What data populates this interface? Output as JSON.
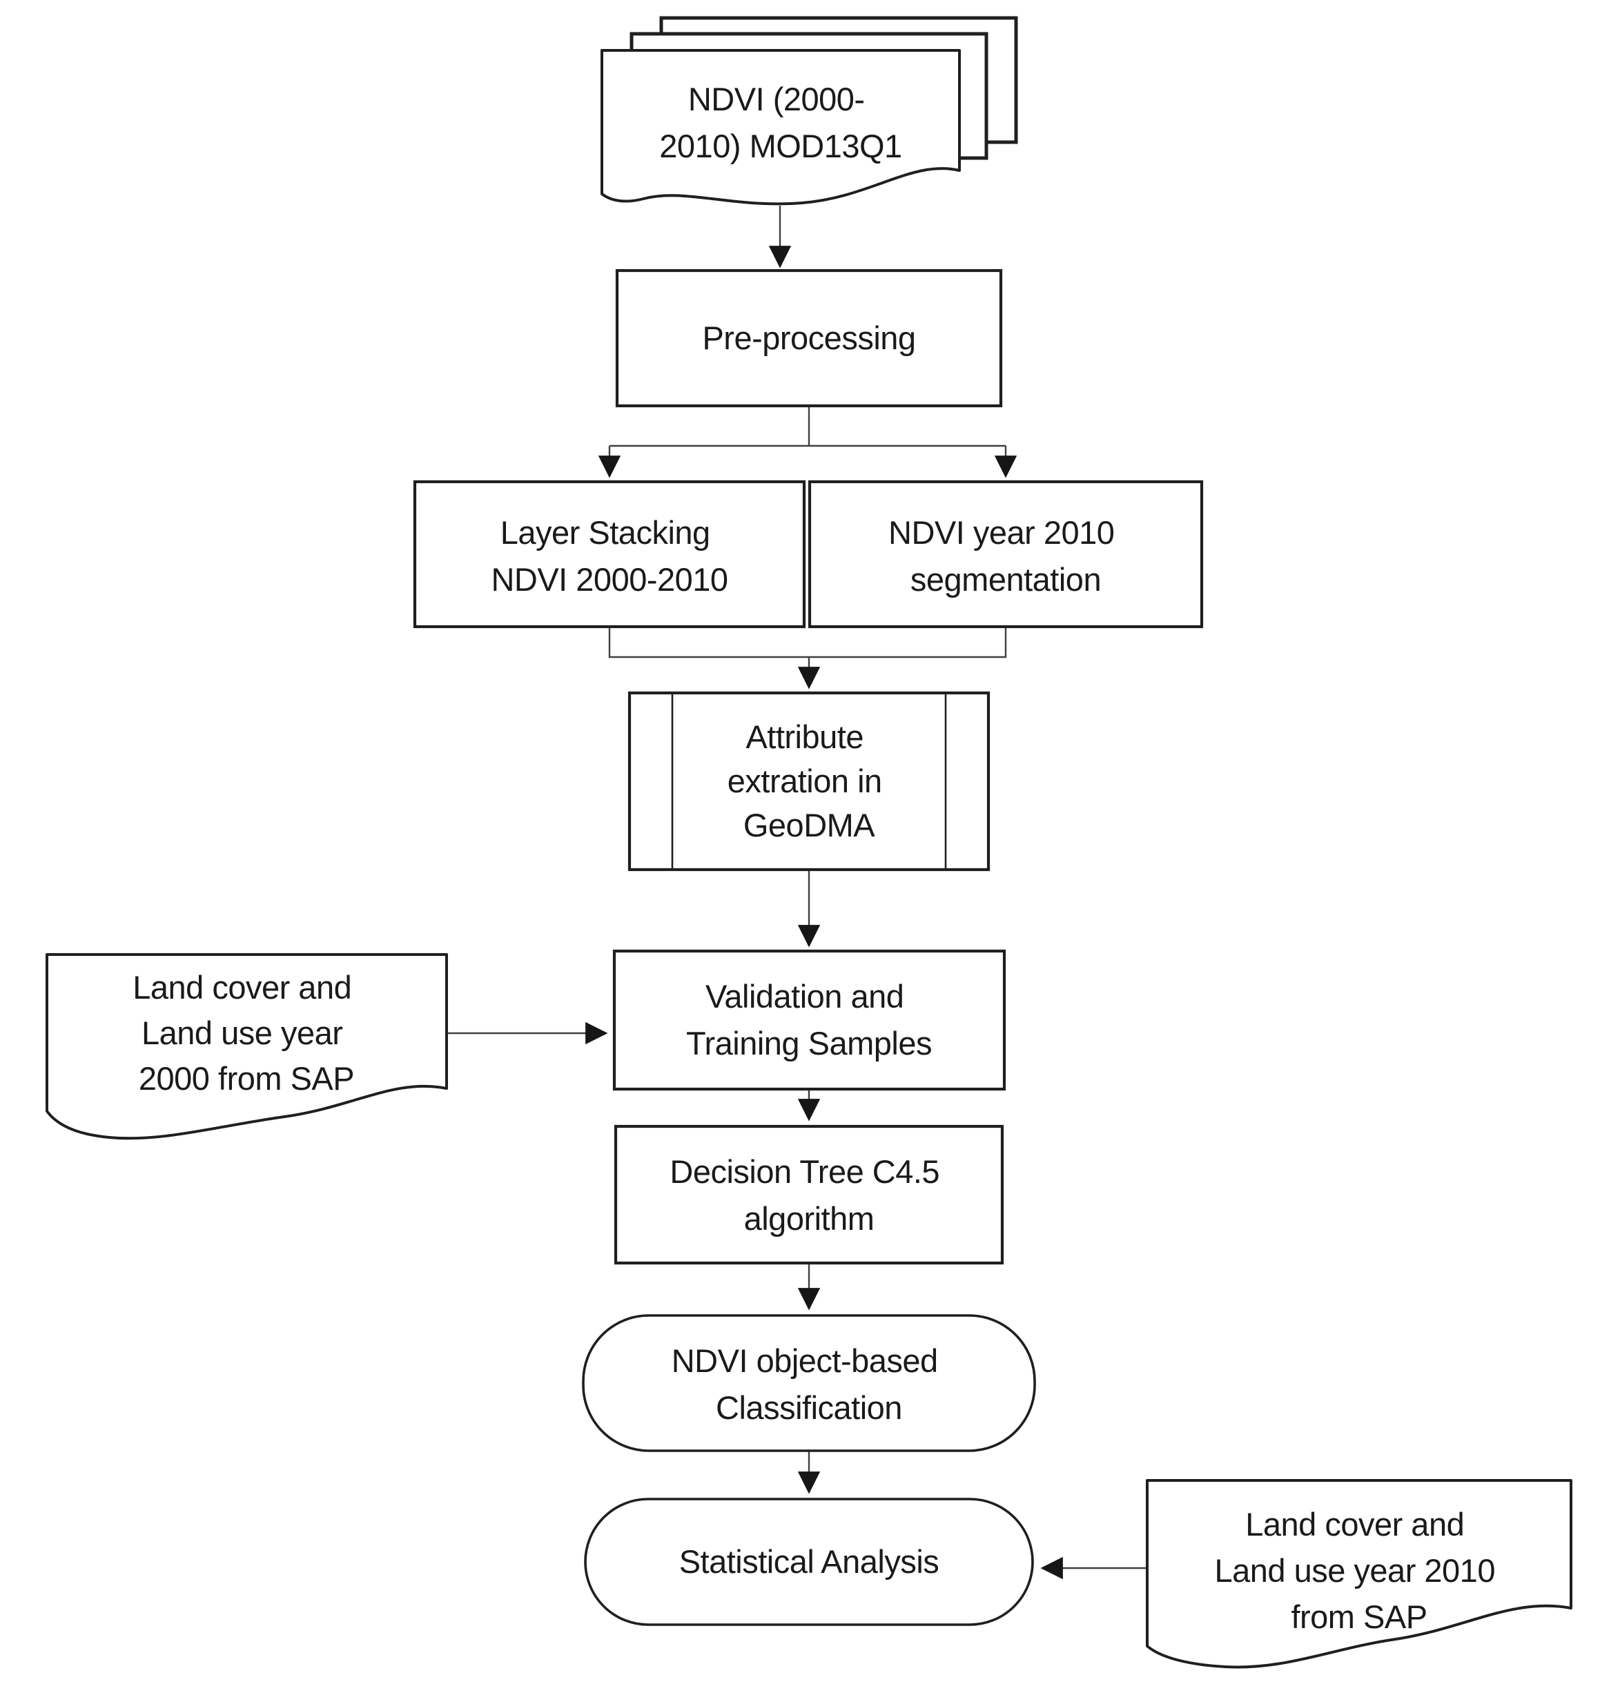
{
  "colors": {
    "background": "#ffffff",
    "fill": "#ffffff",
    "stroke": "#1f1f1f",
    "line": "#404040",
    "text": "#1a1a1a",
    "arrow": "#161616"
  },
  "nodes": {
    "ndvi_source": {
      "shape": "multi-document",
      "lines": [
        "NDVI (2000-",
        "2010) MOD13Q1"
      ]
    },
    "pre_processing": {
      "shape": "process",
      "lines": [
        "Pre-processing"
      ]
    },
    "layer_stacking": {
      "shape": "process",
      "lines": [
        "Layer Stacking",
        "NDVI 2000-2010"
      ]
    },
    "segmentation": {
      "shape": "process",
      "lines": [
        "NDVI year 2010",
        "segmentation"
      ]
    },
    "attribute_extraction": {
      "shape": "predefined-process",
      "lines": [
        "Attribute",
        "extration in",
        "GeoDMA"
      ]
    },
    "land_use_2000": {
      "shape": "document",
      "lines": [
        "Land cover and",
        "Land use year",
        "2000 from SAP"
      ]
    },
    "validation_samples": {
      "shape": "process",
      "lines": [
        "Validation and",
        "Training Samples"
      ]
    },
    "decision_tree": {
      "shape": "process",
      "lines": [
        "Decision Tree C4.5",
        "algorithm"
      ]
    },
    "classification": {
      "shape": "rounded-process",
      "lines": [
        "NDVI object-based",
        "Classification"
      ]
    },
    "statistical_analysis": {
      "shape": "terminator",
      "lines": [
        "Statistical Analysis"
      ]
    },
    "land_use_2010": {
      "shape": "document",
      "lines": [
        "Land cover and",
        "Land use year 2010",
        "from SAP"
      ]
    }
  },
  "edges": [
    {
      "from": "ndvi_source",
      "to": "pre_processing"
    },
    {
      "from": "pre_processing",
      "to": "layer_stacking"
    },
    {
      "from": "pre_processing",
      "to": "segmentation"
    },
    {
      "from": "layer_stacking",
      "to": "attribute_extraction"
    },
    {
      "from": "segmentation",
      "to": "attribute_extraction"
    },
    {
      "from": "attribute_extraction",
      "to": "validation_samples"
    },
    {
      "from": "land_use_2000",
      "to": "validation_samples"
    },
    {
      "from": "validation_samples",
      "to": "decision_tree"
    },
    {
      "from": "decision_tree",
      "to": "classification"
    },
    {
      "from": "classification",
      "to": "statistical_analysis"
    },
    {
      "from": "land_use_2010",
      "to": "statistical_analysis"
    }
  ]
}
